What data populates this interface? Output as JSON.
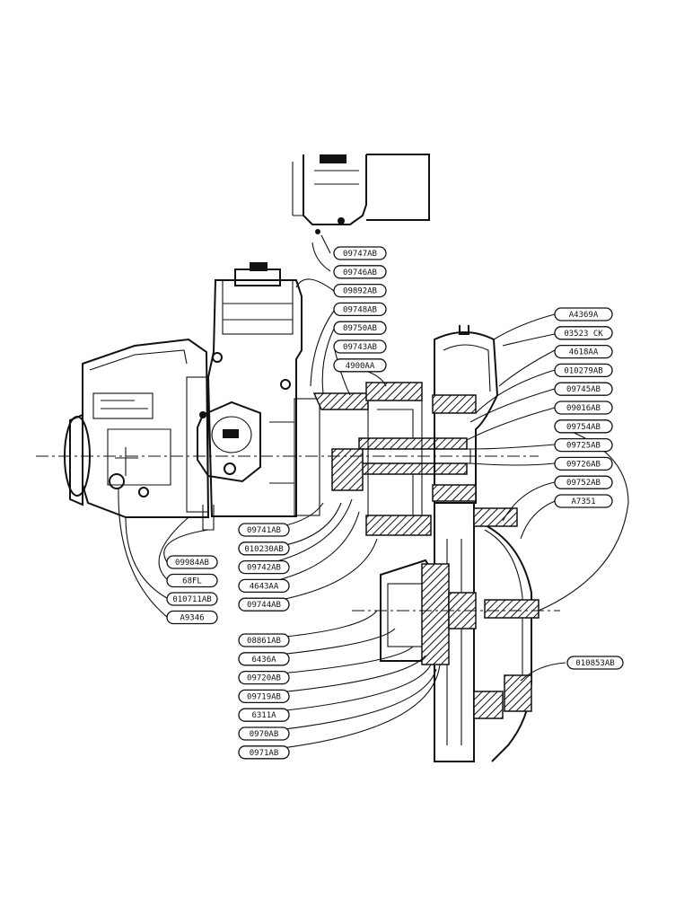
{
  "labels_left": [
    "09747AB",
    "09746AB",
    "09892AB",
    "09748AB",
    "09750AB",
    "09743AB",
    "4900AA"
  ],
  "labels_right": [
    "A4369A",
    "03523 CK",
    "4618AA",
    "010279AB",
    "09745AB",
    "09016AB",
    "09754AB",
    "09725AB",
    "09726AB",
    "09752AB",
    "A7351"
  ],
  "labels_lower_mid": [
    "09741AB",
    "010230AB",
    "09742AB",
    "4643AA",
    "09744AB"
  ],
  "labels_lower_left": [
    "09984AB",
    "68FL",
    "010711AB",
    "A9346"
  ],
  "labels_bottom": [
    "08861AB",
    "6436A",
    "09720AB",
    "09719AB",
    "6311A",
    "0970AB",
    "0971AB"
  ],
  "label_far_right": "010853AB",
  "colors": {
    "ink": "#111111",
    "paper": "#ffffff"
  }
}
